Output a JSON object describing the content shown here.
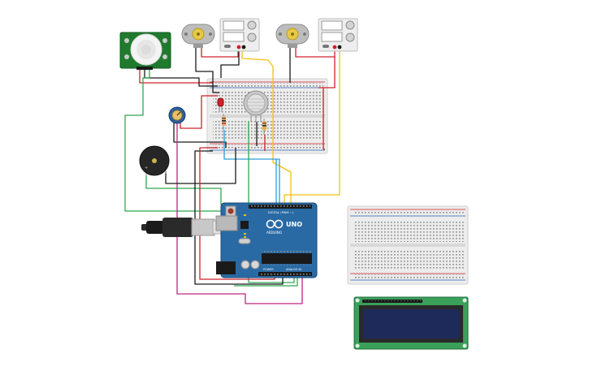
{
  "arduino": {
    "brand": "ARDUINO",
    "model": "UNO",
    "digital_label": "DIGITAL (PWM ~)",
    "analog_label": "ANALOG IN",
    "power_label": "POWER"
  },
  "colors": {
    "wire_red": "#d0202a",
    "wire_black": "#1a1a1a",
    "wire_green": "#2fa84f",
    "wire_yellow": "#f2c012",
    "wire_blue": "#2b9fd8",
    "wire_magenta": "#c0247e",
    "arduino_blue": "#2a6aa4",
    "pcb_green": "#1f7a2e",
    "lcd_screen": "#1d2a5a",
    "breadboard": "#ececec"
  },
  "components": [
    "pir-motion-sensor",
    "dc-motor-left",
    "power-supply-left",
    "dc-motor-right",
    "power-supply-right",
    "breadboard-top",
    "red-led",
    "gas-sensor",
    "potentiometer",
    "piezo-buzzer",
    "arduino-uno",
    "usb-cable",
    "breadboard-right",
    "lcd-16x2"
  ]
}
